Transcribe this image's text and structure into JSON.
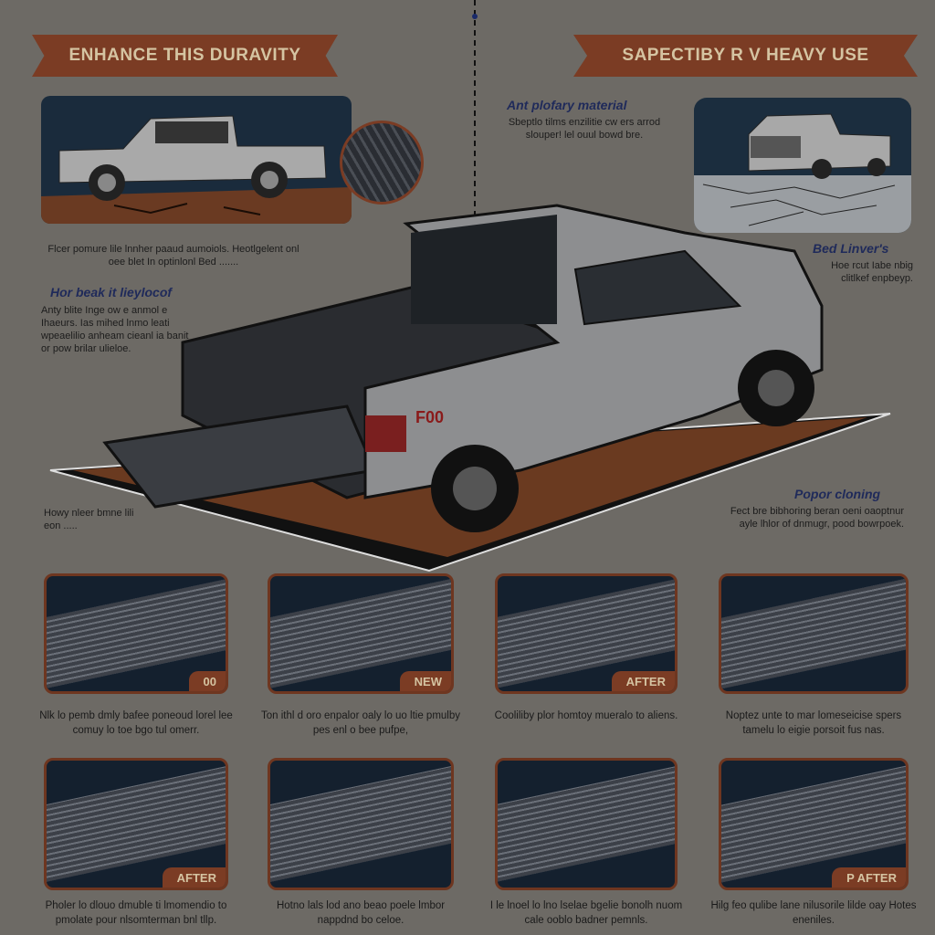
{
  "banners": {
    "left": "ENHANCE THIS DURAVITY",
    "right": "SAPECTIBY R V HEAVY USE"
  },
  "callouts": {
    "material": {
      "title": "Ant plofary material",
      "body": "Sbeptlo tilms enzilitie cw ers arrod slouper! lel ouul bowd bre."
    },
    "left_top": {
      "body": "Flcer pomure lile lnnher paaud aumoiols. Heotlgelent onl oee blet In optinlonl Bed ......."
    },
    "left_mid": {
      "title": "Hor beak it lieylocof",
      "body": "Anty blite Inge ow e anmol e Ihaeurs. Ias mihed lnmo leati wpeaelilio anheam cieanl ia banit or pow brilar ulieloe."
    },
    "bed_liners": {
      "title": "Bed Linver's",
      "body": "Hoe rcut Iabe nbig clitlkef enpbeyp."
    },
    "heavy": {
      "body": "Howy nleer bmne lili eon ....."
    },
    "cleaning": {
      "title": "Popor cloning",
      "body": "Fect bre bibhoring beran oeni oaoptnur ayle lhlor of dnmugr, pood bowrpoek."
    },
    "truck_badge": "F00"
  },
  "steps": [
    {
      "tag": "00",
      "caption": "Nlk lo pemb dmly bafee poneoud lorel lee comuy lo toe bgo tul omerr."
    },
    {
      "tag": "NEW",
      "caption": "Ton ithl d oro enpalor oaly lo uo ltie pmulby pes enl o bee pufpe,"
    },
    {
      "tag": "AFTER",
      "caption": "Cooliliby plor homtoy mueralo to aliens."
    },
    {
      "tag": "",
      "caption": "Noptez unte to mar lomeseicise spers tamelu lo eigie porsoit fus nas."
    },
    {
      "tag": "AFTER",
      "caption": "Pholer lo dlouo dmuble ti lmomendio to pmolate pour nlsomterman bnl tllp."
    },
    {
      "tag": "",
      "caption": "Hotno lals lod ano beao poele lmbor nappdnd bo celoe."
    },
    {
      "tag": "",
      "caption": "I le lnoel lo lno lselae bgelie bonolh nuom cale ooblo badner pemnls."
    },
    {
      "tag": "P AFTER",
      "caption": "Hilg feo qulibe lane nilusorile lilde oay Hotes eneniles."
    }
  ],
  "colors": {
    "background": "#6d6a65",
    "banner": "#7b3c24",
    "panel": "#14202e",
    "heading": "#1f2a5a"
  }
}
